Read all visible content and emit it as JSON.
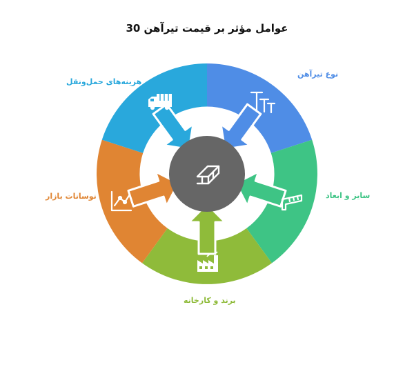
{
  "title": "عوامل مؤثر بر قیمت تیرآهن 30",
  "center": {
    "icon": "steel-beam-icon",
    "color": "#666666"
  },
  "factors": [
    {
      "label": "نوع تیرآهن",
      "icon": "beams-icon",
      "color": "#4f8de6"
    },
    {
      "label": "سایز و ابعاد",
      "icon": "ruler-icon",
      "color": "#3ec485"
    },
    {
      "label": "برند و کارخانه",
      "icon": "factory-icon",
      "color": "#8fbb3a"
    },
    {
      "label": "نوسانات بازار",
      "icon": "trend-chart-icon",
      "color": "#e08533"
    },
    {
      "label": "هزینه‌های حمل‌ونقل",
      "icon": "truck-icon",
      "color": "#29a8dc"
    }
  ]
}
